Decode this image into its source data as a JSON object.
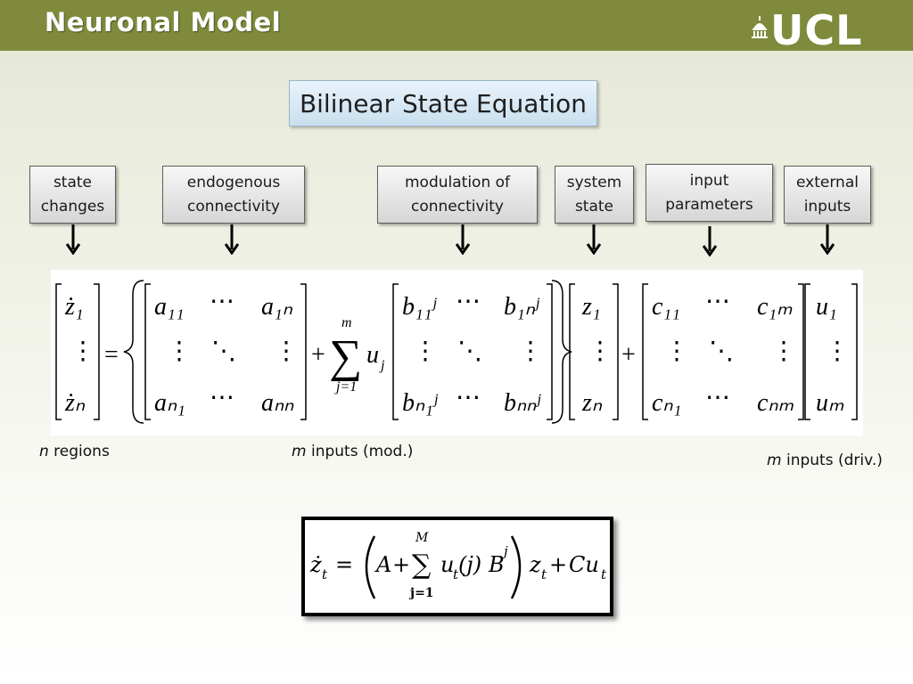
{
  "slide": {
    "title": "Neuronal Model",
    "logo_text": "UCL"
  },
  "subtitle": "Bilinear State Equation",
  "labels": [
    {
      "id": "state-changes",
      "text": "state\nchanges"
    },
    {
      "id": "endogenous-connectivity",
      "text": "endogenous\nconnectivity"
    },
    {
      "id": "modulation-of-connectivity",
      "text": "modulation of\nconnectivity"
    },
    {
      "id": "system-state",
      "text": "system\nstate"
    },
    {
      "id": "input-parameters",
      "text": "input\nparameters"
    },
    {
      "id": "external-inputs",
      "text": "external\ninputs"
    }
  ],
  "notes": {
    "n_regions": {
      "var": "n",
      "text": " regions"
    },
    "m_inputs_mod": {
      "var": "m",
      "text": " inputs (mod.)"
    },
    "m_inputs_driv": {
      "var": "m",
      "text": " inputs (driv.)"
    }
  },
  "equation": {
    "z_vector": [
      "ż₁",
      "⋮",
      "żₙ"
    ],
    "a_matrix": [
      "a₁₁",
      "⋯",
      "a₁ₙ",
      "⋮",
      "⋱",
      "⋮",
      "aₙ₁",
      "⋯",
      "aₙₙ"
    ],
    "b_matrix": [
      "b₁₁ʲ",
      "⋯",
      "b₁ₙʲ",
      "⋮",
      "⋱",
      "⋮",
      "bₙ₁ʲ",
      "⋯",
      "bₙₙʲ"
    ],
    "state_vector": [
      "z₁",
      "⋮",
      "zₙ"
    ],
    "c_matrix": [
      "c₁₁",
      "⋯",
      "c₁ₘ",
      "⋮",
      "⋱",
      "⋮",
      "cₙ₁",
      "⋯",
      "cₙₘ"
    ],
    "u_vector": [
      "u₁",
      "⋮",
      "uₘ"
    ],
    "sum_upper": "m",
    "sum_lower": "j=1"
  },
  "compact_formula": {
    "sum_upper": "M",
    "sum_lower": "j=1"
  }
}
